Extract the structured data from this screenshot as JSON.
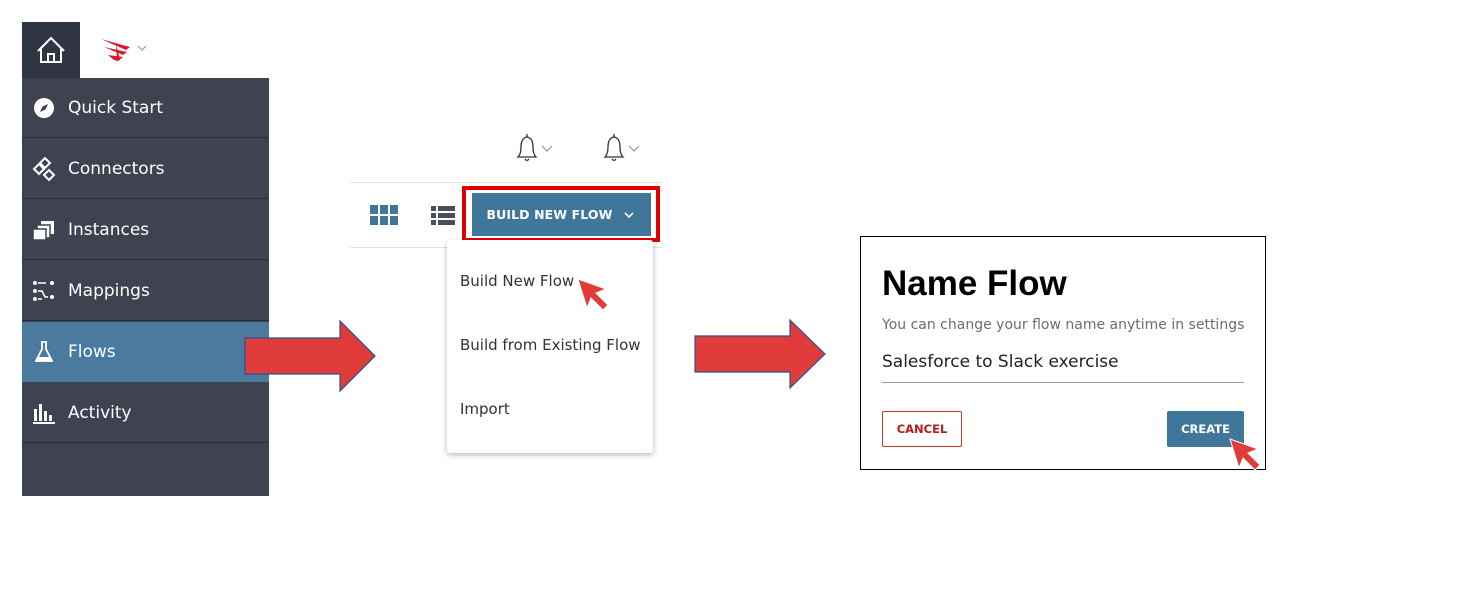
{
  "sidebar": {
    "icons": {
      "home": "home-icon",
      "logo": "cloud-elements-logo-icon",
      "logo_menu": "chevron-down-icon"
    },
    "colors": {
      "background": "#3e4251",
      "header": "#2f3543",
      "active": "#4a7a9e",
      "logo": "#d41b2c"
    },
    "items": [
      {
        "label": "Quick Start",
        "icon": "compass-icon",
        "active": false
      },
      {
        "label": "Connectors",
        "icon": "connectors-icon",
        "active": false
      },
      {
        "label": "Instances",
        "icon": "instances-icon",
        "active": false
      },
      {
        "label": "Mappings",
        "icon": "mappings-icon",
        "active": false
      },
      {
        "label": "Flows",
        "icon": "flask-icon",
        "active": true
      },
      {
        "label": "Activity",
        "icon": "bar-chart-icon",
        "active": false
      }
    ]
  },
  "toolbar": {
    "icons": {
      "bell": "bell-icon",
      "grid_view": "grid-view-icon",
      "list_view": "list-view-icon"
    },
    "build_button_label": "BUILD NEW FLOW",
    "build_button_color": "#3f7699",
    "highlight_color": "#e00000"
  },
  "dropdown": {
    "items": [
      "Build New Flow",
      "Build from Existing Flow",
      "Import"
    ]
  },
  "dialog": {
    "title": "Name Flow",
    "subtitle": "You can change your flow name anytime in settings",
    "flow_name_value": "Salesforce to Slack exercise",
    "cancel_label": "CANCEL",
    "create_label": "CREATE"
  },
  "annotations": {
    "arrow_color": "#e03c3c",
    "arrow_outline": "#2f4f8f",
    "cursor_color": "#e03c3c"
  }
}
